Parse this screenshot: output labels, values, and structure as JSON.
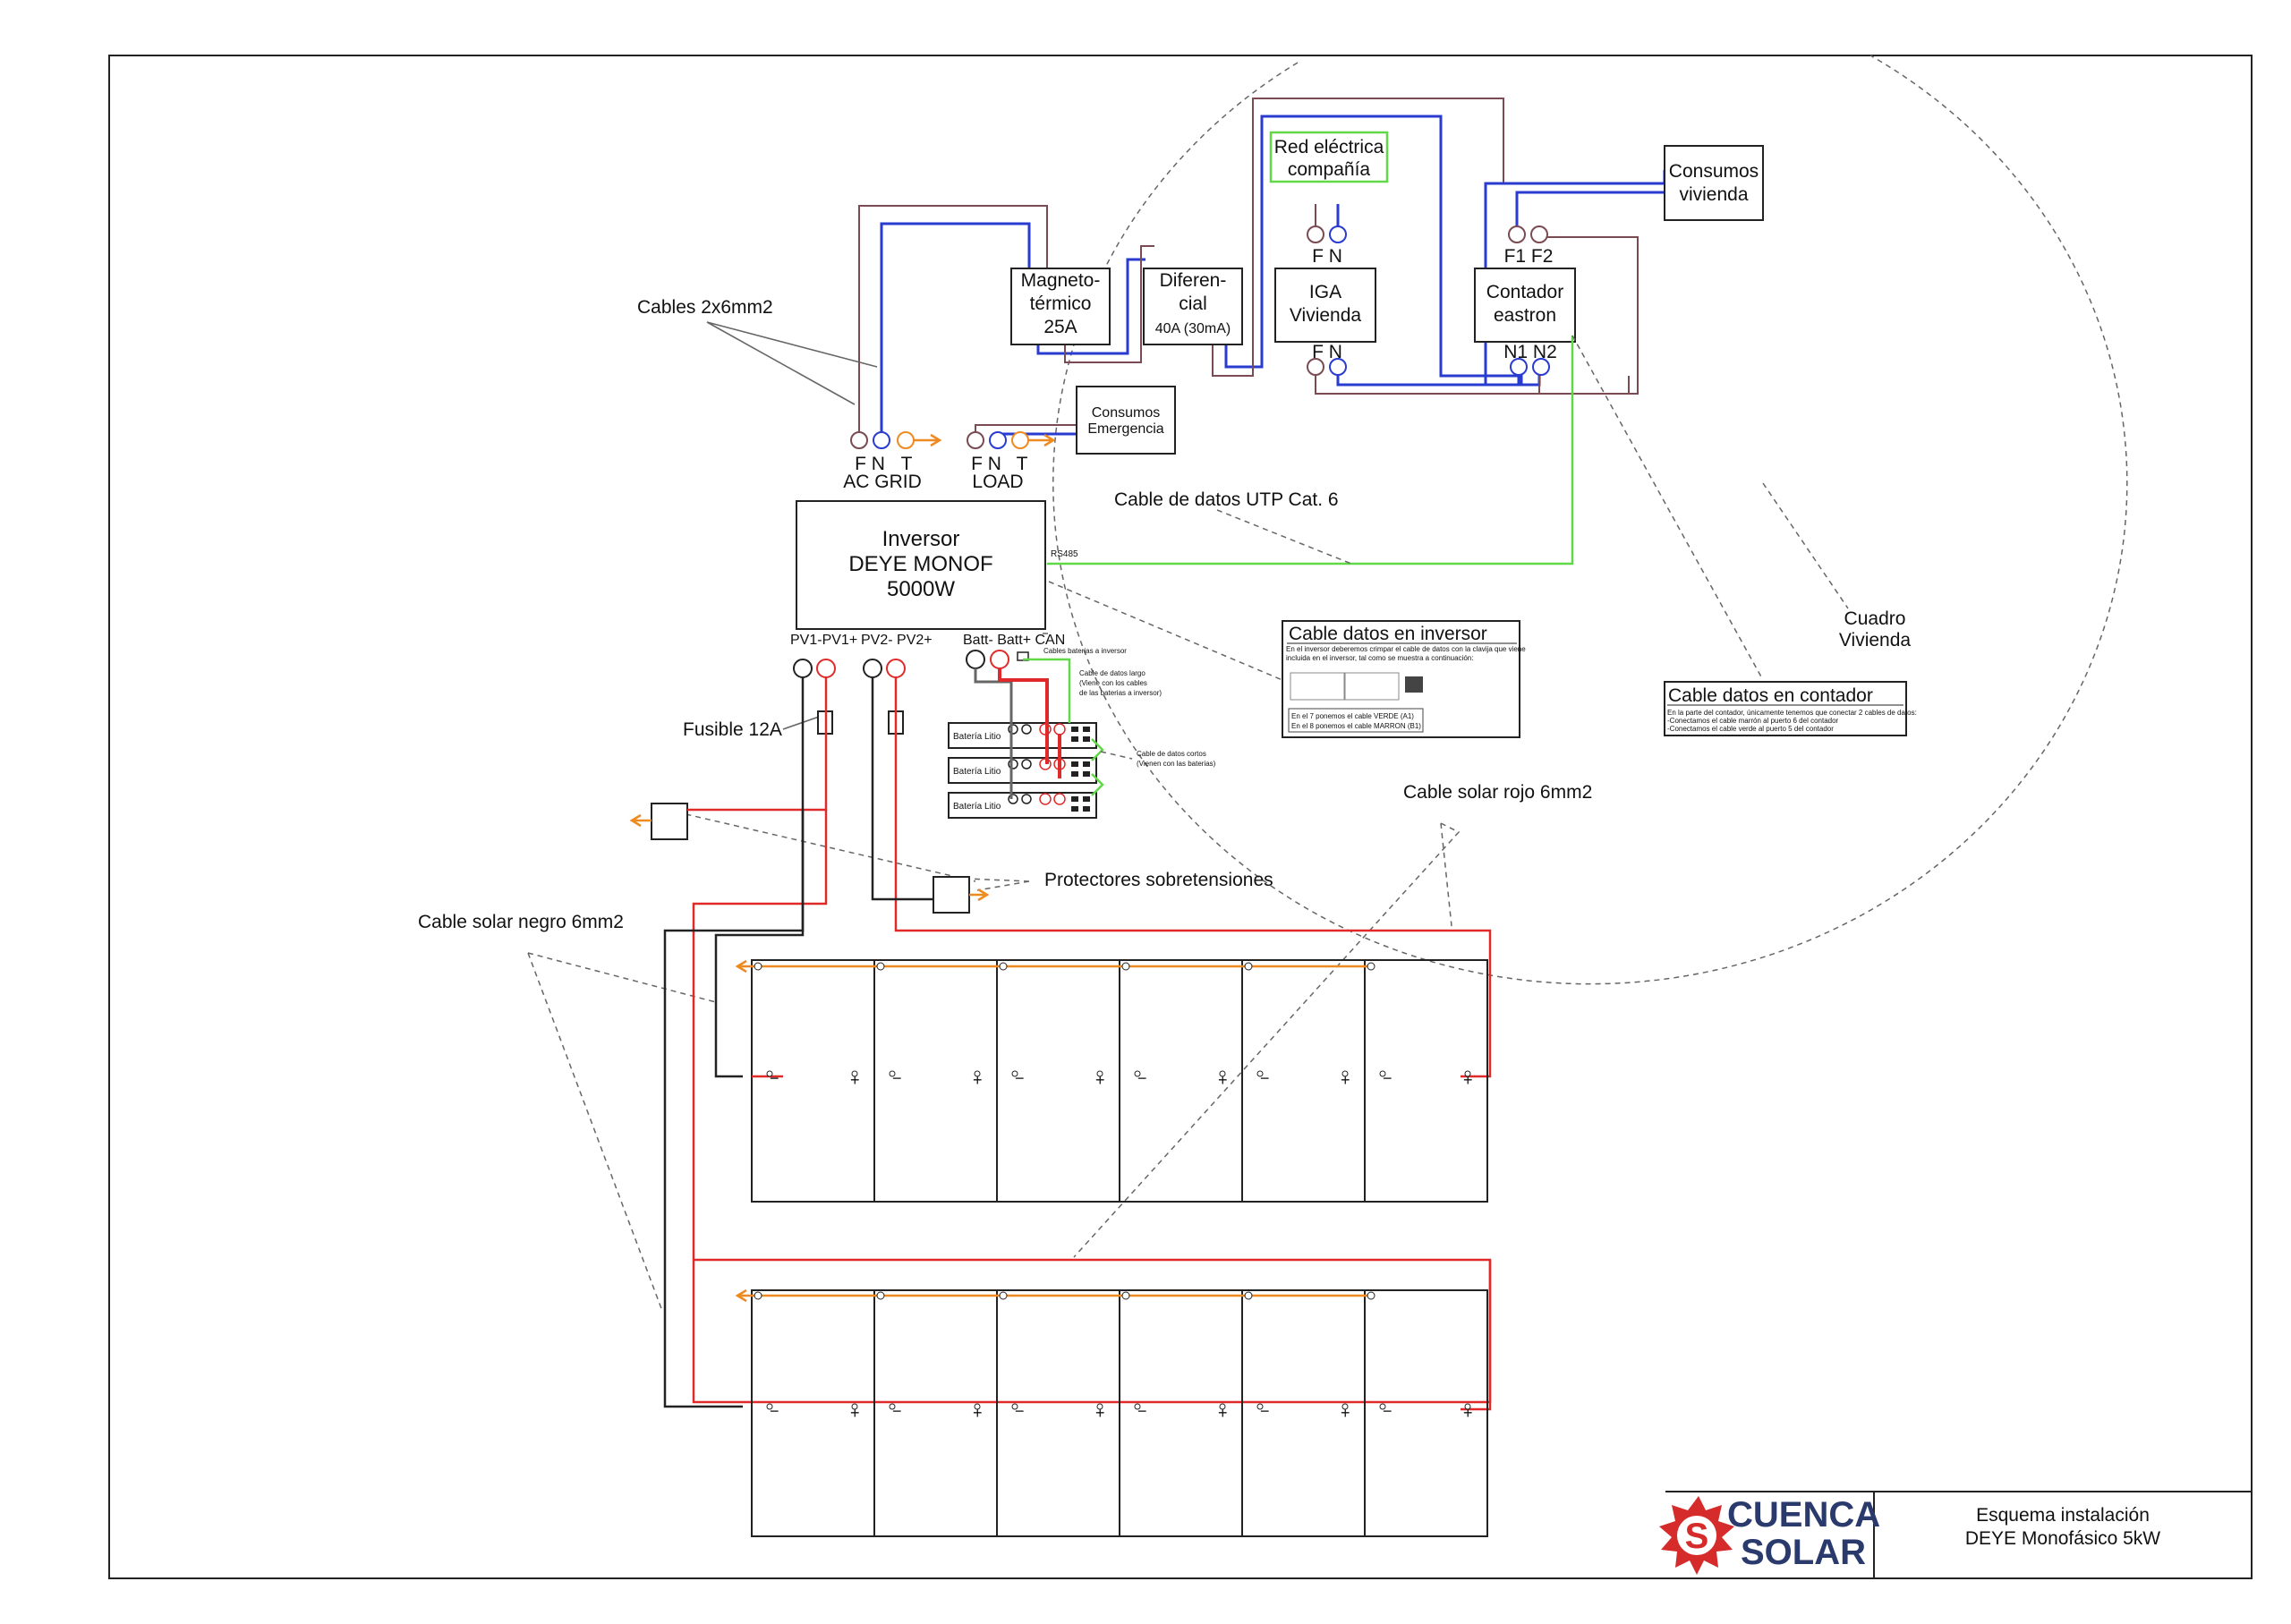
{
  "diagram": {
    "title_block": {
      "line1": "Esquema instalación",
      "line2": "DEYE Monofásico 5kW",
      "logo_line1": "CUENCA",
      "logo_line2": "SOLAR"
    },
    "grid_box": {
      "line1": "Red eléctrica",
      "line2": "compañía"
    },
    "consumos_vivienda": {
      "line1": "Consumos",
      "line2": "vivienda"
    },
    "magnetotermico": {
      "line1": "Magneto-",
      "line2": "térmico",
      "line3": "25A"
    },
    "diferencial": {
      "line1": "Diferen-",
      "line2": "cial",
      "line3": "40A (30mA)"
    },
    "iga": {
      "line1": "IGA",
      "line2": "Vivienda"
    },
    "contador": {
      "line1": "Contador",
      "line2": "eastron"
    },
    "consumos_emergencia": {
      "line1": "Consumos",
      "line2": "Emergencia"
    },
    "inverter": {
      "line1": "Inversor",
      "line2": "DEYE MONOF",
      "line3": "5000W",
      "rs485": "RS485"
    },
    "terminals": {
      "fn": "F N",
      "t": "T",
      "ac_grid": "AC GRID",
      "load": "LOAD",
      "f1f2": "F1 F2",
      "n1n2": "N1 N2",
      "pv1": "PV1-PV1+",
      "pv2": "PV2- PV2+",
      "batt": "Batt- Batt+ CAN"
    },
    "labels": {
      "cables_2x6": "Cables 2x6mm2",
      "utp": "Cable de datos UTP Cat. 6",
      "cuadro_1": "Cuadro",
      "cuadro_2": "Vivienda",
      "fusible": "Fusible 12A",
      "protectores": "Protectores sobretensiones",
      "solar_rojo": "Cable solar rojo 6mm2",
      "solar_negro": "Cable solar negro 6mm2",
      "cables_baterias": "Cables baterias a inversor",
      "datos_largo_1": "Cable de datos largo",
      "datos_largo_2": "(Viene con los cables",
      "datos_largo_3": "de las baterias a inversor)",
      "datos_cortos_1": "Cable de datos cortos",
      "datos_cortos_2": "(Vienen con las baterias)"
    },
    "batteries": [
      "Batería Litio",
      "Batería Litio",
      "Batería Litio"
    ],
    "note_inversor": {
      "title": "Cable datos en inversor",
      "text1": "En el inversor deberemos crimpar el cable de datos con la clavija que viene",
      "text2": "incluida en el inversor, tal como se muestra a continuación:",
      "line1": "En el 7 ponemos el cable VERDE (A1)",
      "line2": "En el 8 ponemos el cable MARRON (B1)"
    },
    "note_contador": {
      "title": "Cable datos en contador",
      "text1": "En la parte del contador, únicamente tenemos que conectar 2 cables de datos:",
      "text2": "-Conectamos el cable marrón al puerto 6 del contador",
      "text3": "-Conectamos el cable verde al puerto 5 del contador"
    },
    "panel_symbols": {
      "minus": "−",
      "plus": "+"
    },
    "colors": {
      "neutral_blue": "#2a3bd0",
      "phase_brown": "#7a4b52",
      "solar_red": "#e02a2a",
      "solar_black": "#222222",
      "data_green": "#60d848",
      "earth_orange": "#ee8a20",
      "logo_red": "#d62b2b",
      "logo_navy": "#2a3a6c"
    }
  }
}
